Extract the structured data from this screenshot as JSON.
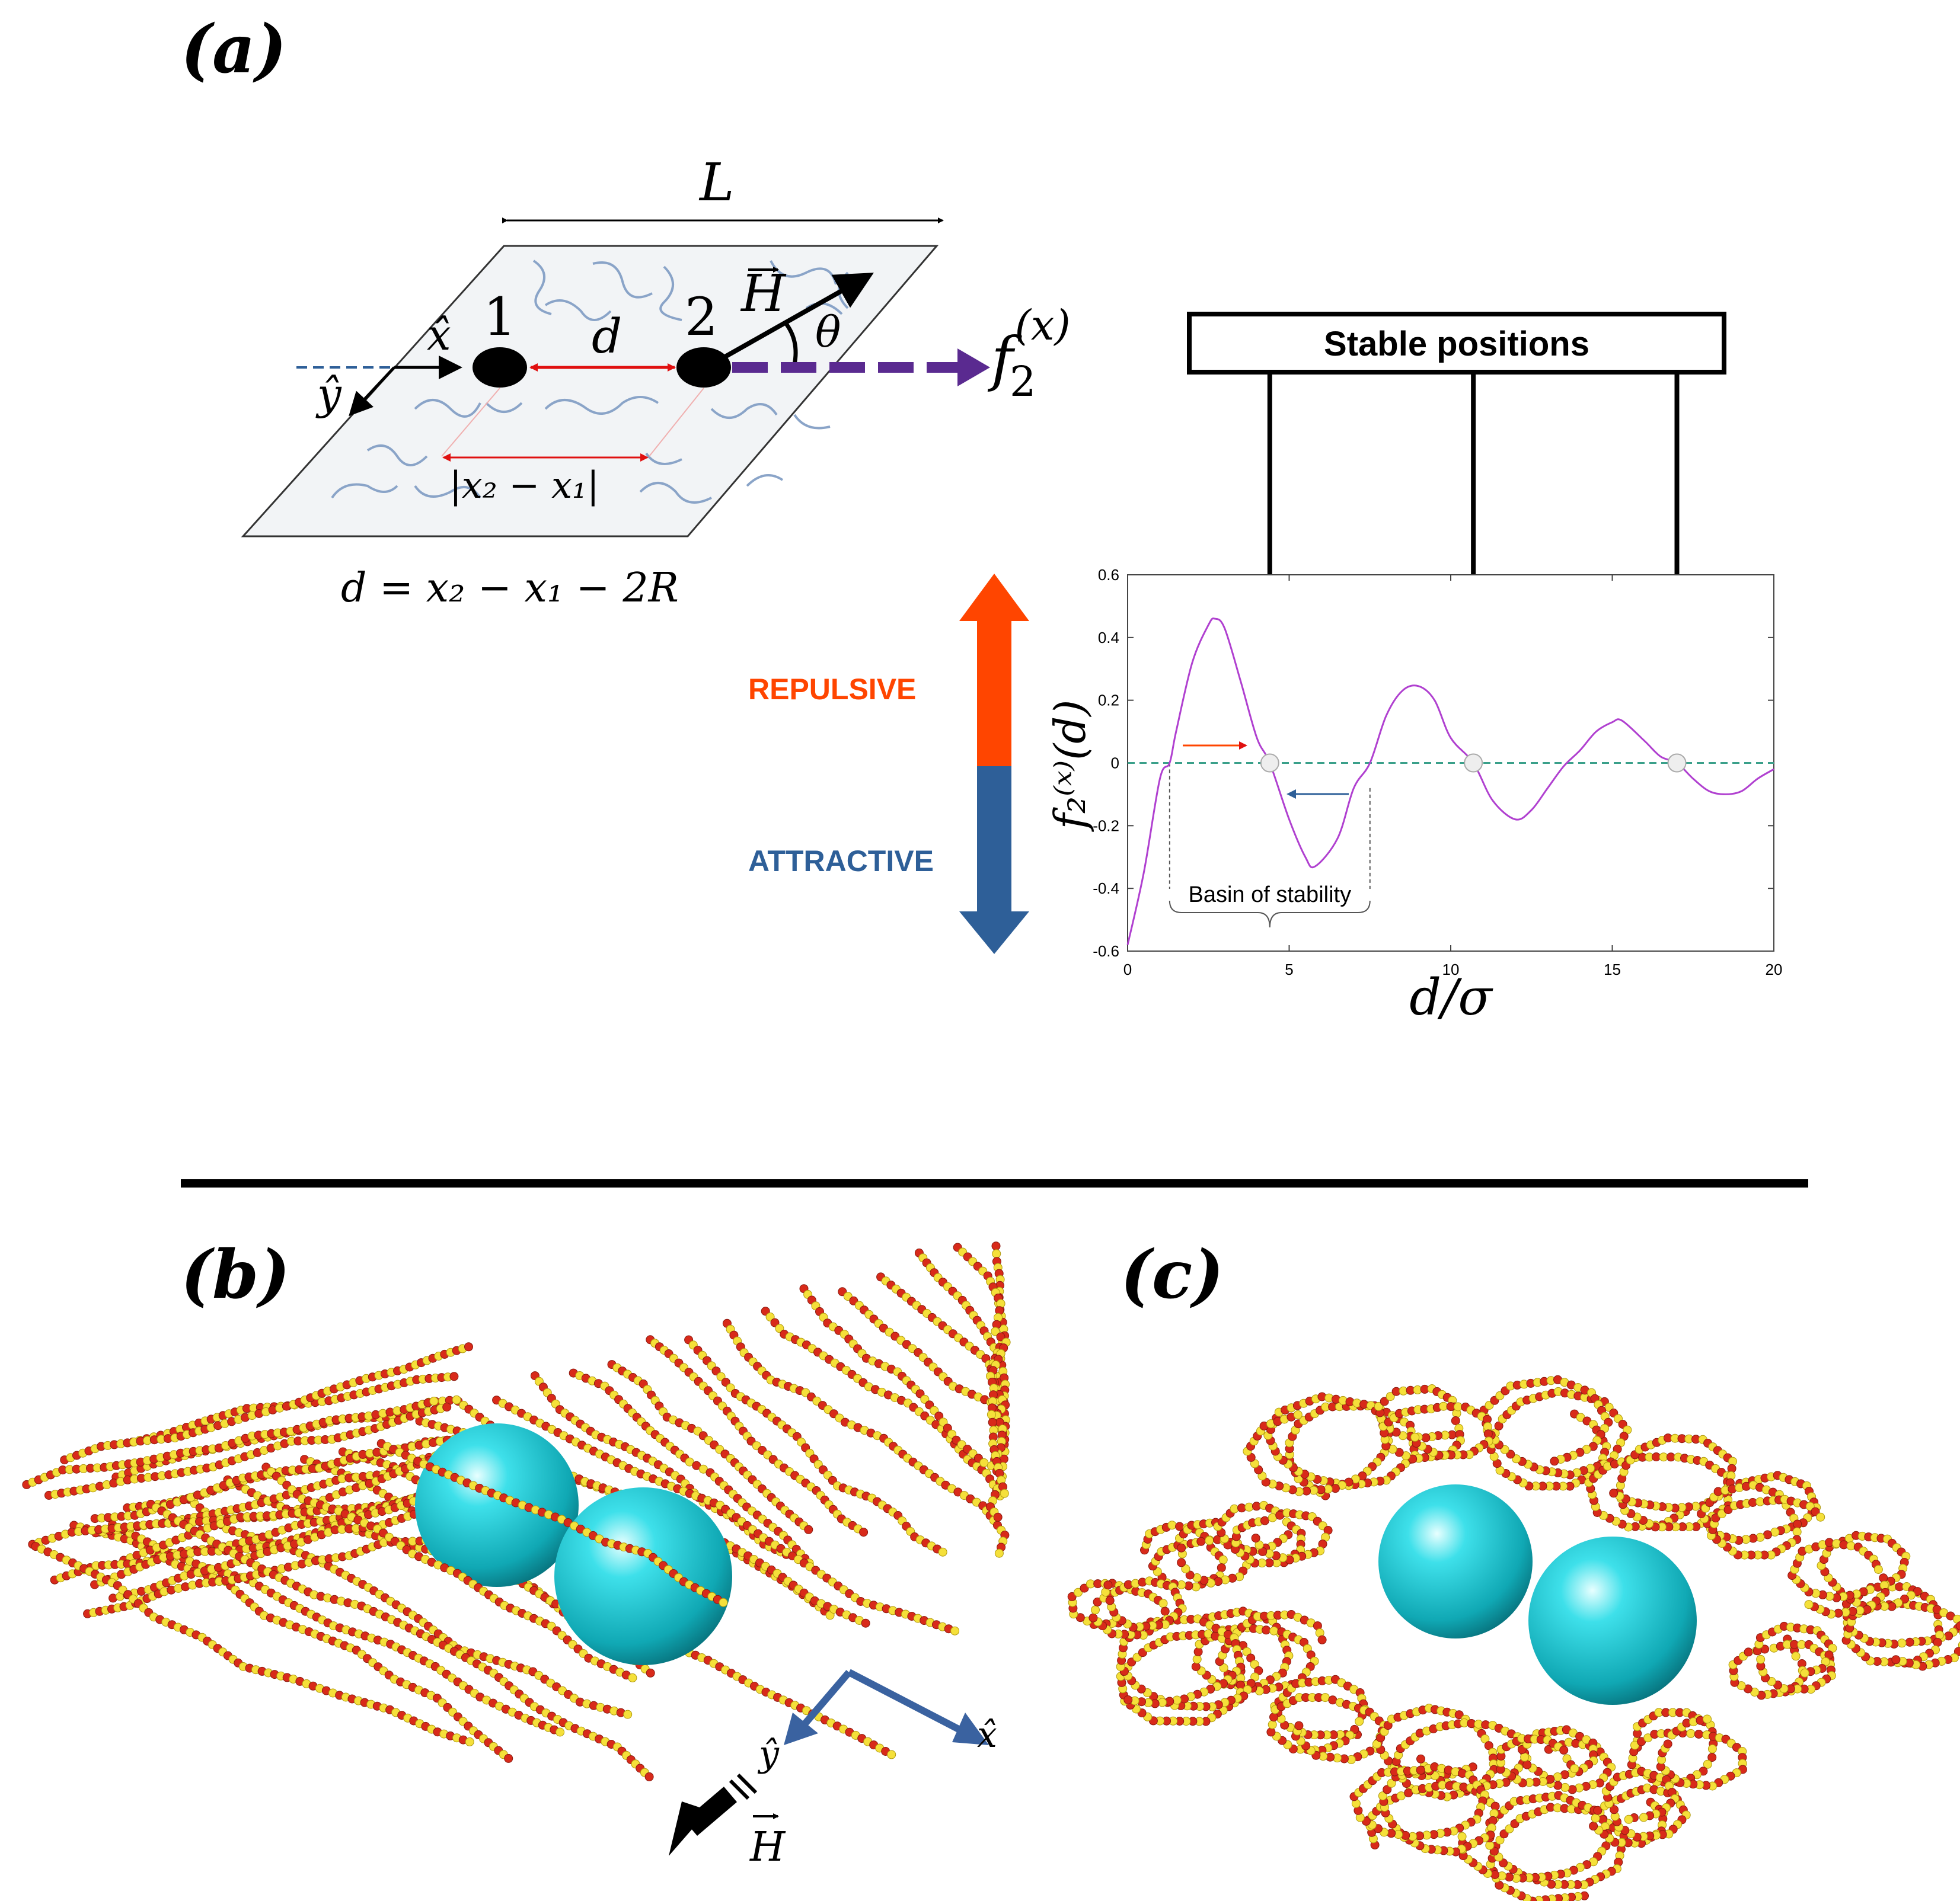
{
  "panels": {
    "a_label": "(a)",
    "b_label": "(b)",
    "c_label": "(c)"
  },
  "schematic": {
    "length_label": "L",
    "bead1_label": "1",
    "bead2_label": "2",
    "distance_label": "d",
    "field_label": "H",
    "angle_label": "θ",
    "xhat_label": "x̂",
    "yhat_label": "ŷ",
    "force_label": "f",
    "force_sub": "2",
    "force_sup": "(x)",
    "separation_label": "|x₂ − x₁|",
    "equation": "d = x₂ − x₁ − 2R"
  },
  "legend": {
    "repulsive": "REPULSIVE",
    "attractive": "ATTRACTIVE",
    "repulsive_color": "#ff4500",
    "attractive_color": "#2e5f98"
  },
  "callout": {
    "title": "Stable positions"
  },
  "chart_data": {
    "type": "line",
    "xlabel": "d/σ",
    "ylabel": "f₂⁽ˣ⁾(d)",
    "xlim": [
      0,
      20
    ],
    "ylim": [
      -0.6,
      0.6
    ],
    "xticks": [
      0,
      5,
      10,
      15,
      20
    ],
    "yticks": [
      -0.6,
      -0.4,
      -0.2,
      0,
      0.2,
      0.4,
      0.6
    ],
    "series_color": "#b040d0",
    "zero_line_color": "#3aa08a",
    "x": [
      0,
      0.5,
      1.0,
      1.3,
      1.5,
      2.0,
      2.5,
      2.7,
      3.0,
      3.5,
      4.0,
      4.4,
      5.0,
      5.5,
      5.8,
      6.5,
      7.0,
      7.5,
      8.0,
      8.5,
      9.0,
      9.5,
      10.0,
      10.7,
      11.3,
      12.0,
      12.5,
      13.0,
      13.5,
      14.0,
      14.5,
      15.0,
      15.3,
      16.0,
      16.5,
      17.0,
      17.5,
      18.0,
      18.5,
      19.0,
      19.5,
      20.0
    ],
    "y": [
      -0.58,
      -0.35,
      -0.05,
      0.0,
      0.1,
      0.32,
      0.44,
      0.46,
      0.43,
      0.26,
      0.08,
      0.0,
      -0.18,
      -0.3,
      -0.33,
      -0.24,
      -0.08,
      0.0,
      0.15,
      0.23,
      0.245,
      0.2,
      0.08,
      0.0,
      -0.12,
      -0.18,
      -0.15,
      -0.08,
      -0.01,
      0.04,
      0.1,
      0.13,
      0.135,
      0.07,
      0.02,
      0.0,
      -0.05,
      -0.09,
      -0.1,
      -0.09,
      -0.05,
      -0.02
    ],
    "stable_points": [
      4.4,
      10.7,
      17.0
    ],
    "basin": [
      1.3,
      7.5
    ],
    "basin_label": "Basin of stability"
  },
  "sim_b": {
    "axis_x": "x̂",
    "axis_y": "ŷ",
    "field": "H",
    "colloid_color": "#1ec8d2",
    "bead_color_a": "#f5e03a",
    "bead_color_b": "#d82a1a"
  },
  "sim_c": {
    "colloid_color": "#1ec8d2"
  }
}
